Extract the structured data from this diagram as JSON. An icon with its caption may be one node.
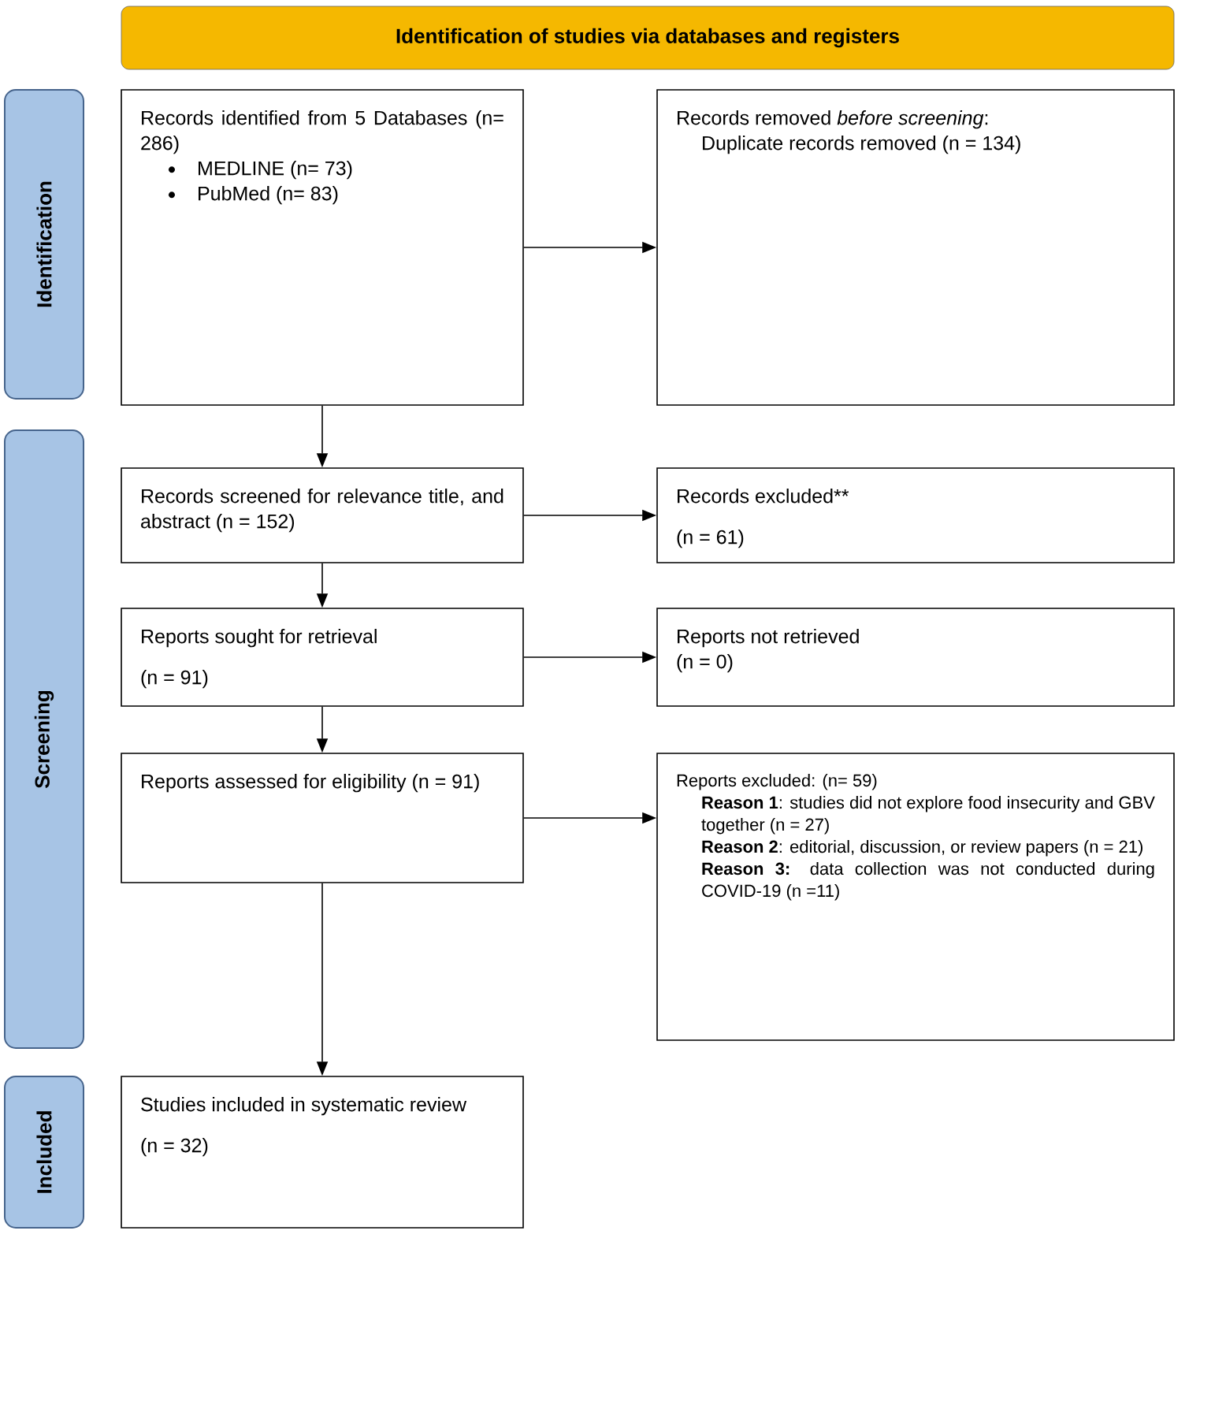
{
  "diagram": {
    "nodes": [
      {
        "text": [
          "Identification of studies via databases and registers"
        ]
      },
      {
        "text": [
          "Identification"
        ]
      },
      {
        "text": [
          "Screening"
        ]
      },
      {
        "text": [
          "Included"
        ]
      },
      {
        "text": [
          "Records identified from 5 Databases (n= 286)",
          "MEDLINE (n= 73)",
          "PubMed (n= 83)"
        ]
      },
      {
        "text": [
          "Records removed *before screening*:",
          "Duplicate records removed (n = 134)"
        ]
      },
      {
        "text": [
          "Records screened for relevance title, and abstract (n = 152)"
        ]
      },
      {
        "text": [
          "Records excluded**",
          "(n = 61)"
        ]
      },
      {
        "text": [
          "Reports sought for retrieval",
          "(n = 91)"
        ]
      },
      {
        "text": [
          "Reports not retrieved",
          "(n = 0)"
        ]
      },
      {
        "text": [
          "Reports assessed for eligibility (n = 91)"
        ]
      },
      {
        "text": [
          "Reports excluded: (n= 59)",
          "**Reason 1**: studies did not explore food insecurity and GBV together (n = 27)",
          "**Reason 2**: editorial, discussion, or review papers (n = 21)",
          "**Reason 3:** data collection was not conducted during COVID-19 (n =11)"
        ]
      },
      {
        "text": [
          "Studies included in systematic review",
          "(n = 32)"
        ]
      }
    ],
    "edges": [
      {
        "from": 4,
        "to": 5,
        "arrow": "to"
      },
      {
        "from": 4,
        "to": 6,
        "arrow": "to"
      },
      {
        "from": 6,
        "to": 7,
        "arrow": "to"
      },
      {
        "from": 6,
        "to": 8,
        "arrow": "to"
      },
      {
        "from": 8,
        "to": 9,
        "arrow": "to"
      },
      {
        "from": 8,
        "to": 10,
        "arrow": "to"
      },
      {
        "from": 10,
        "to": 11,
        "arrow": "to"
      },
      {
        "from": 10,
        "to": 12,
        "arrow": "to"
      }
    ]
  }
}
